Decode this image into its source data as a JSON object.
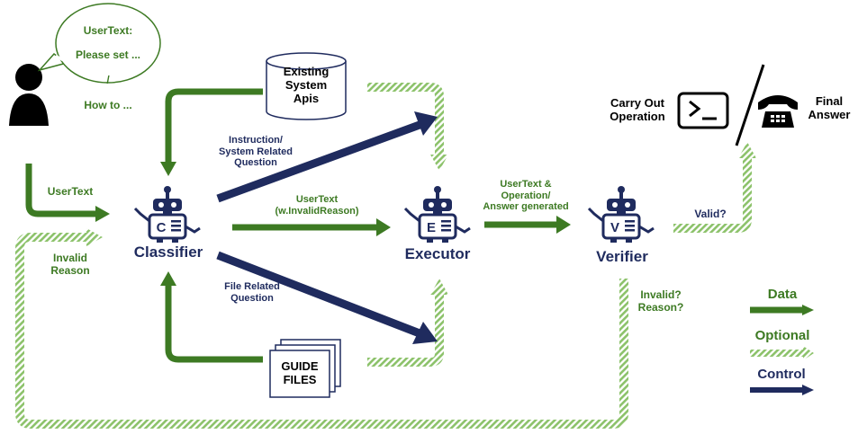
{
  "colors": {
    "data": "#3d7a23",
    "optional": "#8cc26a",
    "control": "#1f2b5e",
    "ink": "#000000"
  },
  "speech_bubble": {
    "line1": "UserText:",
    "line2": "Please set ...",
    "line3": "/",
    "line4": "How to ..."
  },
  "nodes": {
    "classifier": {
      "glyph": "C",
      "label": "Classifier"
    },
    "executor": {
      "glyph": "E",
      "label": "Executor"
    },
    "verifier": {
      "glyph": "V",
      "label": "Verifier"
    },
    "system_apis": {
      "label": "Existing\nSystem\nApis"
    },
    "guide_files": {
      "label": "GUIDE\nFILES"
    },
    "carry_out": {
      "label": "Carry Out\nOperation",
      "icon": "terminal-icon"
    },
    "final_answer": {
      "label": "Final\nAnswer",
      "icon": "telephone-icon"
    }
  },
  "edges": {
    "user_text": "UserText",
    "invalid_reason": "Invalid\nReason",
    "instruction": "Instruction/\nSystem Related\nQuestion",
    "user_text_invalid": "UserText\n(w.InvalidReason)",
    "file_related": "File Related\nQuestion",
    "operation_generated": "UserText &\nOperation/\nAnswer generated",
    "valid": "Valid?",
    "invalid_question": "Invalid?\nReason?"
  },
  "legend": {
    "data": "Data",
    "optional": "Optional",
    "control": "Control"
  }
}
